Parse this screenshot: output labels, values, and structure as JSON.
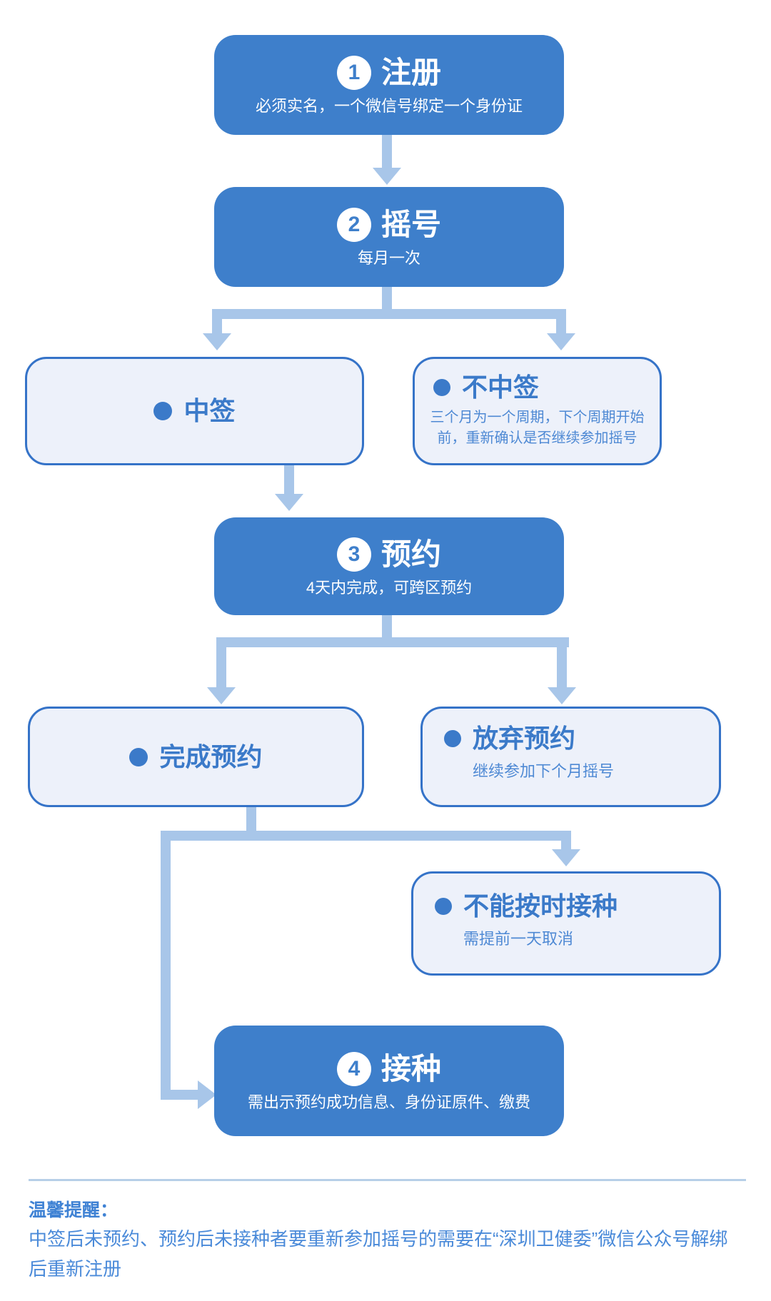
{
  "flow": {
    "steps": [
      {
        "number": "1",
        "title": "注册",
        "subtitle": "必须实名，一个微信号绑定一个身份证"
      },
      {
        "number": "2",
        "title": "摇号",
        "subtitle": "每月一次"
      },
      {
        "number": "3",
        "title": "预约",
        "subtitle": "4天内完成，可跨区预约"
      },
      {
        "number": "4",
        "title": "接种",
        "subtitle": "需出示预约成功信息、身份证原件、缴费"
      }
    ],
    "outcomes": [
      {
        "title": "中签",
        "description": ""
      },
      {
        "title": "不中签",
        "description": "三个月为一个周期，下个周期开始前，重新确认是否继续参加摇号"
      },
      {
        "title": "完成预约",
        "description": ""
      },
      {
        "title": "放弃预约",
        "description": "继续参加下个月摇号"
      },
      {
        "title": "不能按时接种",
        "description": "需提前一天取消"
      }
    ]
  },
  "footer": {
    "heading": "温馨提醒：",
    "body": "中签后未预约、预约后未接种者要重新参加摇号的需要在“深圳卫健委”微信公众号解绑后重新注册"
  },
  "colors": {
    "step_box_blue": "#3e7fcb",
    "connector_light_blue": "#a8c6e9",
    "outcome_background": "#edf1fa",
    "outcome_border": "#3573c8",
    "outcome_text": "#3b7ac9",
    "footer_text": "#4a8ad9"
  }
}
